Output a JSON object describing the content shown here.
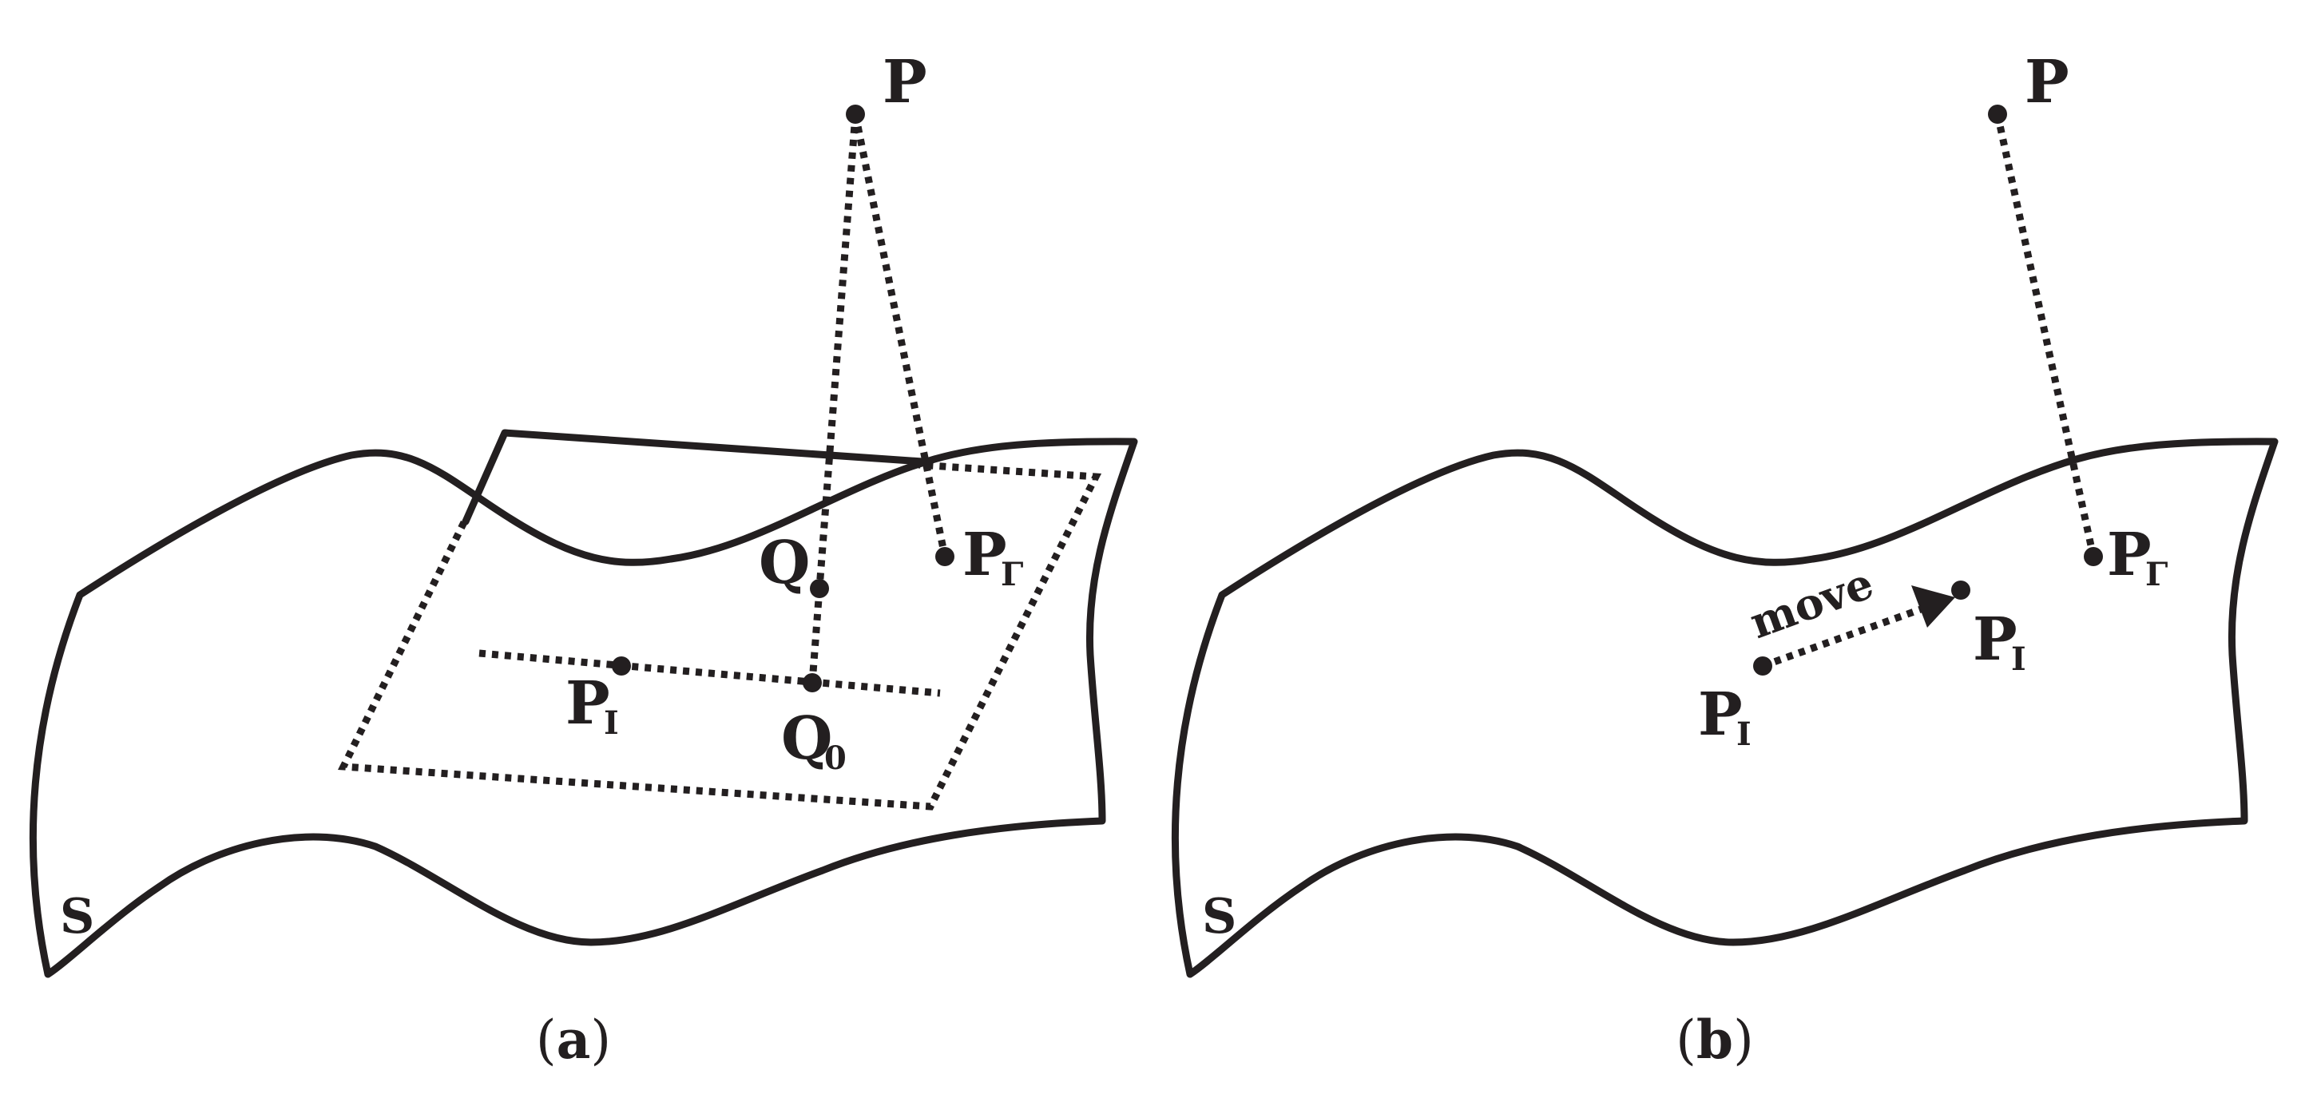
{
  "panel_a": {
    "caption_open": "(",
    "caption_letter": "a",
    "caption_close": ")",
    "labels": {
      "P": "P",
      "P_gamma_main": "P",
      "P_gamma_sub": "Γ",
      "Q": "Q",
      "Q0_main": "Q",
      "Q0_sub": "0",
      "PI_main": "P",
      "PI_sub": "I",
      "S": "S"
    }
  },
  "panel_b": {
    "caption_open": "(",
    "caption_letter": "b",
    "caption_close": ")",
    "labels": {
      "P": "P",
      "P_gamma_main": "P",
      "P_gamma_sub": "Γ",
      "PI_start_main": "P",
      "PI_start_sub": "I",
      "PI_end_main": "P",
      "PI_end_sub": "I",
      "move": "move",
      "S": "S"
    }
  },
  "colors": {
    "ink": "#231f20",
    "background": "#ffffff"
  }
}
